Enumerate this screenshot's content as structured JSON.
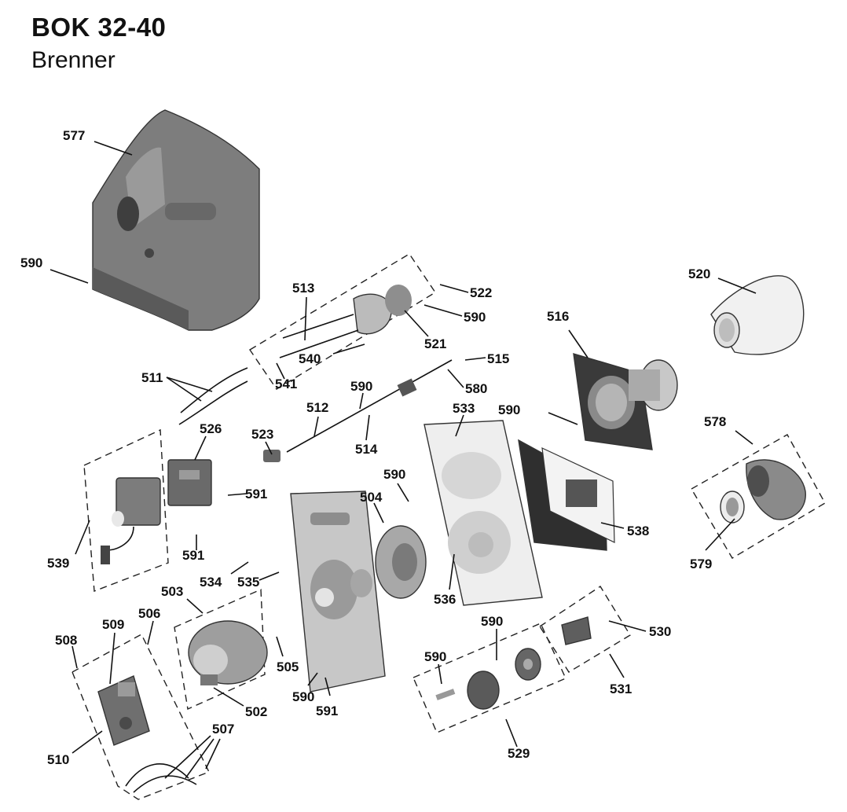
{
  "header": {
    "title": "BOK 32-40",
    "subtitle": "Brenner"
  },
  "parts": [
    {
      "id": "577",
      "label": "577"
    },
    {
      "id": "590a",
      "label": "590"
    },
    {
      "id": "513",
      "label": "513"
    },
    {
      "id": "522",
      "label": "522"
    },
    {
      "id": "590b",
      "label": "590"
    },
    {
      "id": "521",
      "label": "521"
    },
    {
      "id": "540",
      "label": "540"
    },
    {
      "id": "541",
      "label": "541"
    },
    {
      "id": "520",
      "label": "520"
    },
    {
      "id": "516",
      "label": "516"
    },
    {
      "id": "511",
      "label": "511"
    },
    {
      "id": "515",
      "label": "515"
    },
    {
      "id": "590c",
      "label": "590"
    },
    {
      "id": "580",
      "label": "580"
    },
    {
      "id": "512",
      "label": "512"
    },
    {
      "id": "533",
      "label": "533"
    },
    {
      "id": "590d",
      "label": "590"
    },
    {
      "id": "526",
      "label": "526"
    },
    {
      "id": "523",
      "label": "523"
    },
    {
      "id": "514",
      "label": "514"
    },
    {
      "id": "578",
      "label": "578"
    },
    {
      "id": "590e",
      "label": "590"
    },
    {
      "id": "591a",
      "label": "591"
    },
    {
      "id": "504",
      "label": "504"
    },
    {
      "id": "538",
      "label": "538"
    },
    {
      "id": "539",
      "label": "539"
    },
    {
      "id": "591b",
      "label": "591"
    },
    {
      "id": "534",
      "label": "534"
    },
    {
      "id": "535",
      "label": "535"
    },
    {
      "id": "579",
      "label": "579"
    },
    {
      "id": "503",
      "label": "503"
    },
    {
      "id": "536",
      "label": "536"
    },
    {
      "id": "509",
      "label": "509"
    },
    {
      "id": "506",
      "label": "506"
    },
    {
      "id": "590f",
      "label": "590"
    },
    {
      "id": "530",
      "label": "530"
    },
    {
      "id": "508",
      "label": "508"
    },
    {
      "id": "590g",
      "label": "590"
    },
    {
      "id": "505",
      "label": "505"
    },
    {
      "id": "590h",
      "label": "590"
    },
    {
      "id": "531",
      "label": "531"
    },
    {
      "id": "591c",
      "label": "591"
    },
    {
      "id": "502",
      "label": "502"
    },
    {
      "id": "507",
      "label": "507"
    },
    {
      "id": "510",
      "label": "510"
    },
    {
      "id": "529",
      "label": "529"
    }
  ]
}
